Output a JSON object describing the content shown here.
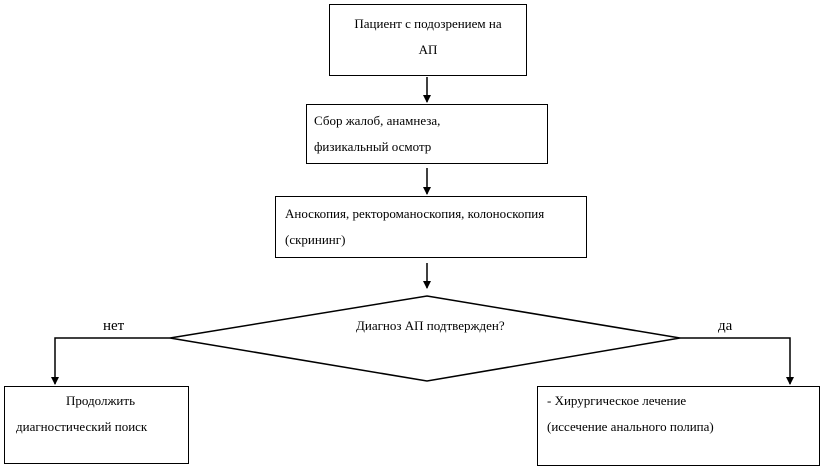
{
  "flowchart": {
    "start": {
      "lines": [
        "Пациент с подозрением на",
        "АП"
      ]
    },
    "history": {
      "lines": [
        "Сбор жалоб, анамнеза,",
        "физикальный осмотр"
      ]
    },
    "screening": {
      "lines": [
        "Аноскопия,  ректороманоскопия,  колоноскопия",
        "(скрининг)"
      ]
    },
    "decision": {
      "label": "Диагноз АП подтвержден?"
    },
    "branch_no": {
      "label": "нет"
    },
    "branch_yes": {
      "label": "да"
    },
    "outcome_no": {
      "lines": [
        "Продолжить",
        "диагностический поиск"
      ]
    },
    "outcome_yes": {
      "lines": [
        "- Хирургическое лечение",
        "(иссечение анального полипа)"
      ]
    }
  }
}
